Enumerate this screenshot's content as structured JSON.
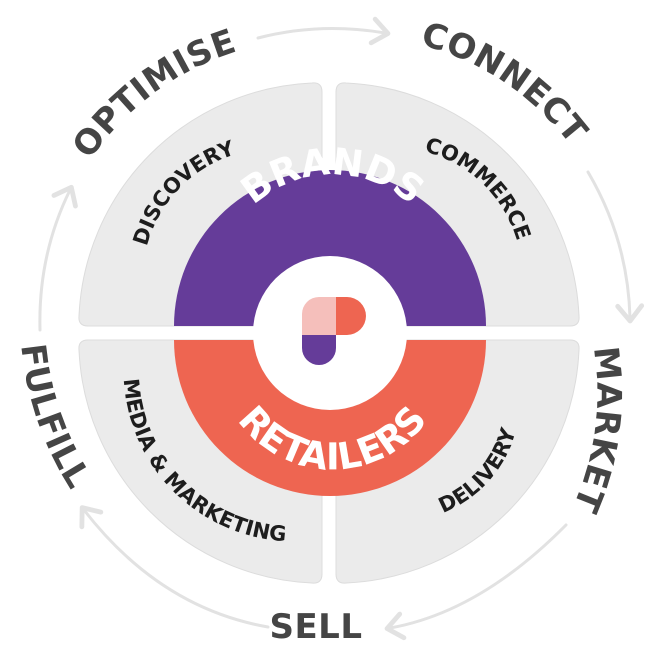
{
  "cycle": {
    "optimise": "OPTIMISE",
    "connect": "CONNECT",
    "market": "MARKET",
    "sell": "SELL",
    "fulfill": "FULFILL"
  },
  "quadrants": {
    "discovery": "DISCOVERY",
    "commerce": "COMMERCE",
    "media_marketing": "MEDIA & MARKETING",
    "delivery": "DELIVERY"
  },
  "core": {
    "brands": "BRANDS",
    "retailers": "RETAILERS",
    "logo_icon": "p-logo-icon"
  },
  "colors": {
    "brands_purple": "#653c99",
    "retailers_coral": "#ee6551",
    "logo_pink": "#f5bfbb",
    "panel_grey": "#ebebeb",
    "text_dark": "#454545"
  }
}
